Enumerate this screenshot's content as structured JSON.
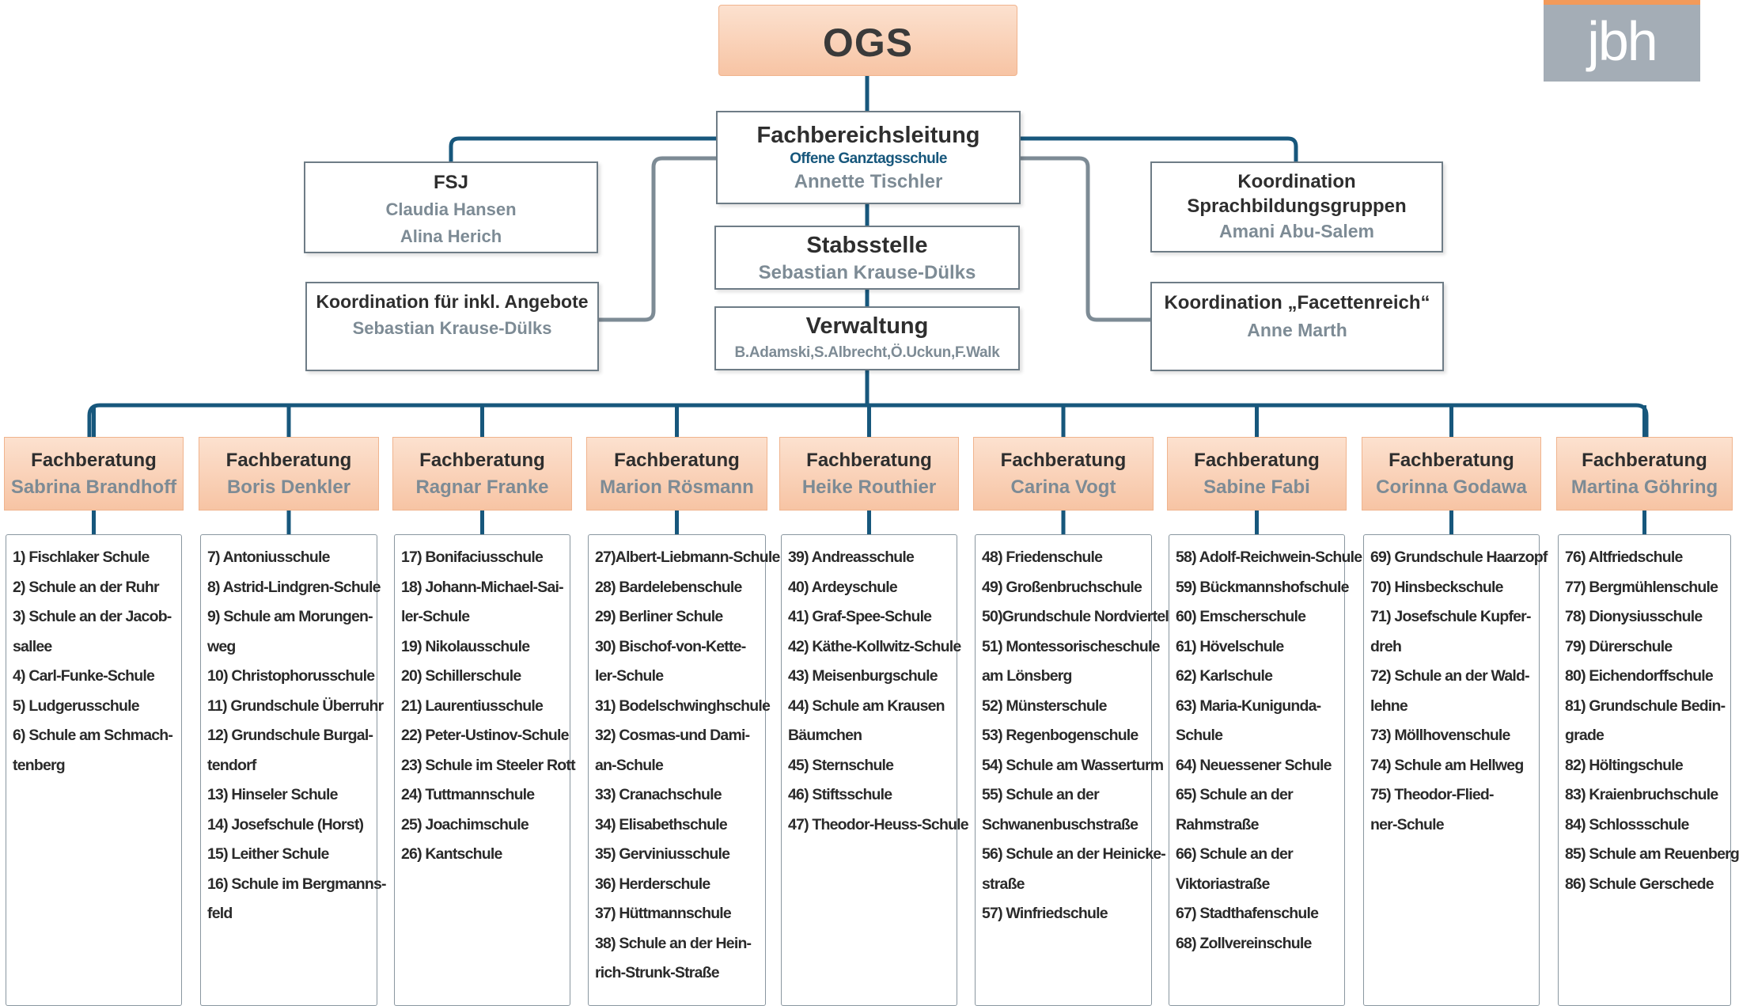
{
  "logo": {
    "text": "jbh",
    "accent": "#f29a5a",
    "background": "#a4adb6"
  },
  "colors": {
    "connector": "#17577c",
    "connector_gray": "#7d8b95",
    "peach": "#f7c4a4",
    "name_gray": "#7d8b95"
  },
  "top": {
    "title": "OGS"
  },
  "leitung": {
    "title": "Fachbereichsleitung",
    "subtitle": "Offene Ganztagsschule",
    "person": "Annette Tischler"
  },
  "stabsstelle": {
    "title": "Stabsstelle",
    "person": "Sebastian Krause-Dülks"
  },
  "verwaltung": {
    "title": "Verwaltung",
    "persons": "B.Adamski,S.Albrecht,Ö.Uckun,F.Walk"
  },
  "fsj": {
    "title": "FSJ",
    "person1": "Claudia Hansen",
    "person2": "Alina Herich"
  },
  "inkl": {
    "title": "Koordination für inkl. Angebote",
    "person": "Sebastian Krause-Dülks"
  },
  "sprach": {
    "title1": "Koordination",
    "title2": "Sprachbildungsgruppen",
    "person": "Amani Abu-Salem"
  },
  "facetten": {
    "title": "Koordination „Facettenreich“",
    "person": "Anne Marth"
  },
  "beratungen": [
    {
      "title": "Fachberatung",
      "name": "Sabrina Brandhoff",
      "schools": [
        "1) Fischlaker Schule",
        "2) Schule an der Ruhr",
        "3) Schule an der Jacob-",
        "sallee",
        "4) Carl-Funke-Schule",
        "5) Ludgerusschule",
        "6) Schule am Schmach-",
        "tenberg"
      ]
    },
    {
      "title": "Fachberatung",
      "name": "Boris Denkler",
      "schools": [
        "7) Antoniusschule",
        "8) Astrid-Lindgren-Schule",
        "9) Schule am Morungen-",
        "weg",
        "10) Christophorusschule",
        "11) Grundschule Überruhr",
        "12) Grundschule Burgal-",
        "tendorf",
        "13) Hinseler Schule",
        "14) Josefschule (Horst)",
        "15) Leither Schule",
        "16) Schule im Bergmanns-",
        "feld"
      ]
    },
    {
      "title": "Fachberatung",
      "name": "Ragnar Franke",
      "schools": [
        "17) Bonifaciusschule",
        "18) Johann-Michael-Sai-",
        "ler-Schule",
        "19) Nikolausschule",
        "20) Schillerschule",
        "21) Laurentiusschule",
        "22) Peter-Ustinov-Schule",
        "23) Schule im Steeler Rott",
        "24) Tuttmannschule",
        "25) Joachimschule",
        "26) Kantschule"
      ]
    },
    {
      "title": "Fachberatung",
      "name": "Marion Rösmann",
      "schools": [
        "27)Albert-Liebmann-Schule",
        "28) Bardelebenschule",
        "29) Berliner Schule",
        "30) Bischof-von-Kette-",
        "ler-Schule",
        "31) Bodelschwinghschule",
        "32) Cosmas-und Dami-",
        "an-Schule",
        "33) Cranachschule",
        "34) Elisabethschule",
        "35) Gerviniusschule",
        "36) Herderschule",
        "37) Hüttmannschule",
        "38) Schule an der Hein-",
        "rich-Strunk-Straße"
      ]
    },
    {
      "title": "Fachberatung",
      "name": "Heike Routhier",
      "schools": [
        "39) Andreasschule",
        "40) Ardeyschule",
        "41) Graf-Spee-Schule",
        "42) Käthe-Kollwitz-Schule",
        "43) Meisenburgschule",
        "44) Schule am Krausen",
        "Bäumchen",
        "45) Sternschule",
        "46) Stiftsschule",
        "47) Theodor-Heuss-Schule"
      ]
    },
    {
      "title": "Fachberatung",
      "name": "Carina Vogt",
      "schools": [
        "48) Friedenschule",
        "49) Großenbruchschule",
        "50)Grundschule Nordviertel",
        "51) Montessorischeschule",
        "am Lönsberg",
        "52) Münsterschule",
        "53) Regenbogenschule",
        "54) Schule am Wasserturm",
        "55) Schule an der",
        "Schwanenbuschstraße",
        "56) Schule an der Heinicke-",
        "straße",
        "57) Winfriedschule"
      ]
    },
    {
      "title": "Fachberatung",
      "name": "Sabine Fabi",
      "schools": [
        "58) Adolf-Reichwein-Schule",
        "59) Bückmannshofschule",
        "60) Emscherschule",
        "61) Hövelschule",
        "62) Karlschule",
        "63) Maria-Kunigunda-",
        "Schule",
        "64) Neuessener Schule",
        "65) Schule an der",
        "Rahmstraße",
        "66) Schule an der",
        "Viktoriastraße",
        "67) Stadthafenschule",
        "68) Zollvereinschule"
      ]
    },
    {
      "title": "Fachberatung",
      "name": "Corinna Godawa",
      "schools": [
        "69) Grundschule Haarzopf",
        "70) Hinsbeckschule",
        "71) Josefschule Kupfer-",
        "dreh",
        "72) Schule an der Wald-",
        "lehne",
        "73) Möllhovenschule",
        "74) Schule am Hellweg",
        "75) Theodor-Flied-",
        "ner-Schule"
      ]
    },
    {
      "title": "Fachberatung",
      "name": "Martina Göhring",
      "schools": [
        "76) Altfriedschule",
        "77) Bergmühlenschule",
        "78) Dionysiusschule",
        "79) Dürerschule",
        "80) Eichendorffschule",
        "81) Grundschule Bedin-",
        "grade",
        "82) Höltingschule",
        "83) Kraienbruchschule",
        "84) Schlossschule",
        "85) Schule am Reuenberg",
        "86) Schule Gerschede"
      ]
    }
  ]
}
